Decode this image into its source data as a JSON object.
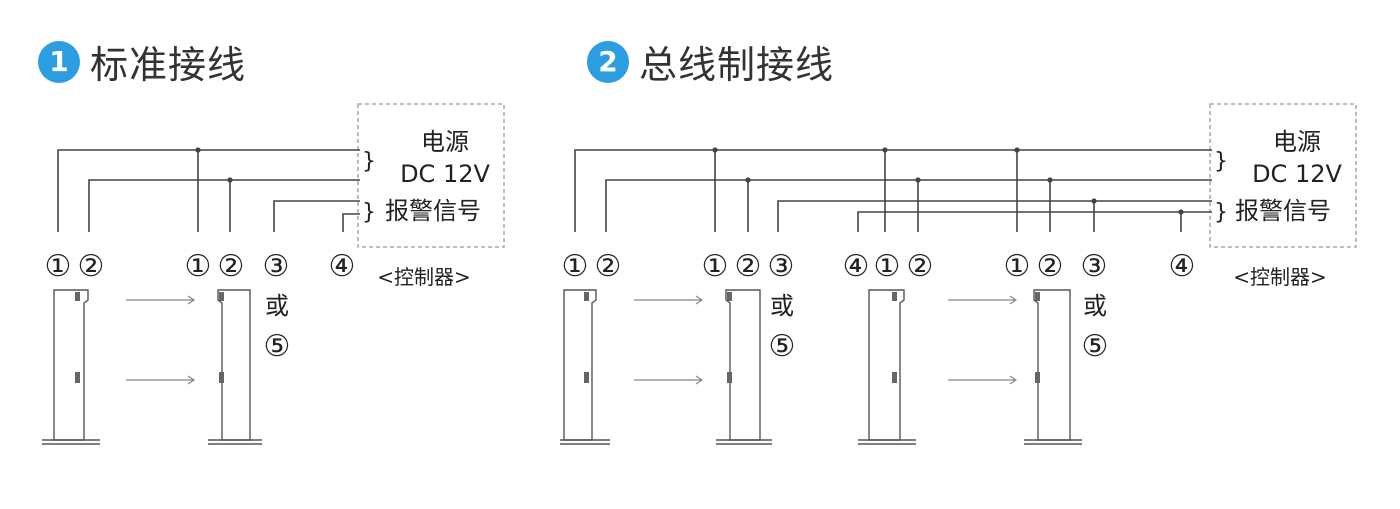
{
  "colors": {
    "badge": "#2a9ee0",
    "line": "#444444",
    "dash": "#9a9a9a"
  },
  "panels": [
    {
      "number": "1",
      "title": "标准接线",
      "controller": {
        "power_label_1": "电源",
        "power_label_2": "DC 12V",
        "alarm_label": "报警信号",
        "name": "<控制器>",
        "brace_1": "}",
        "brace_2": "}"
      },
      "terminals": {
        "t1": "①",
        "t2": "②",
        "t3": "①",
        "t4": "②",
        "t5": "③",
        "t6": "④",
        "or_label": "或",
        "alt": "⑤"
      }
    },
    {
      "number": "2",
      "title": "总线制接线",
      "controller": {
        "power_label_1": "电源",
        "power_label_2": "DC 12V",
        "alarm_label": "报警信号",
        "name": "<控制器>",
        "brace_1": "}",
        "brace_2": "}"
      },
      "terminals": {
        "t1": "①",
        "t2": "②",
        "t3": "①",
        "t4": "②",
        "t5": "③",
        "t6": "④",
        "t7": "①",
        "t8": "②",
        "t9": "①",
        "t10": "②",
        "t11": "③",
        "t12": "④",
        "or_label_a": "或",
        "alt_a": "⑤",
        "or_label_b": "或",
        "alt_b": "⑤"
      }
    }
  ]
}
